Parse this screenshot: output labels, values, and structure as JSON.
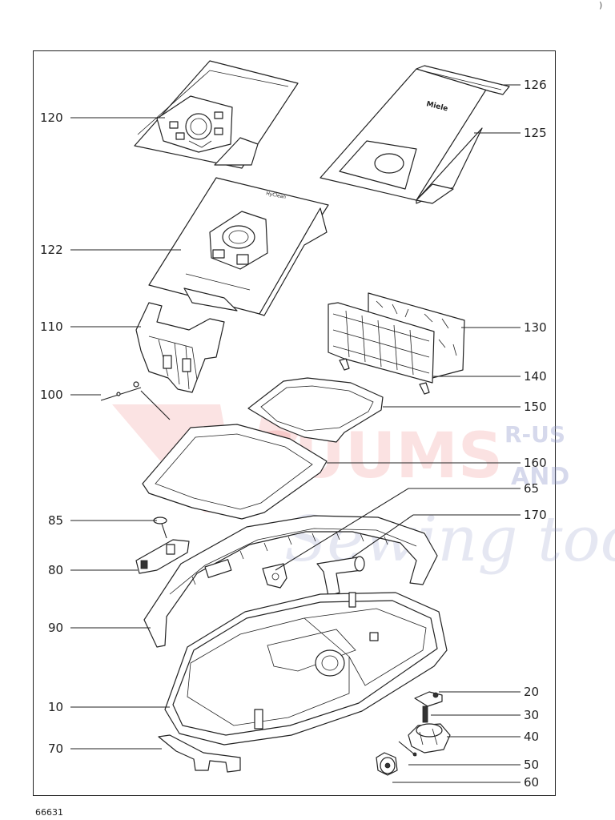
{
  "diagram": {
    "labels": {
      "p120": "120",
      "p126": "126",
      "p125": "125",
      "p122": "122",
      "p110": "110",
      "p130": "130",
      "p140": "140",
      "p100": "100",
      "p150": "150",
      "p160": "160",
      "p65": "65",
      "p85": "85",
      "p170": "170",
      "p80": "80",
      "p90": "90",
      "p20": "20",
      "p10": "10",
      "p30": "30",
      "p40": "40",
      "p70": "70",
      "p50": "50",
      "p60": "60"
    },
    "bag_brand": "Miele",
    "bag_type": "HyClean",
    "document_number": "66631",
    "corner_mark": ")"
  },
  "watermark": {
    "line1": "ACUUMS",
    "r_us": "R-US",
    "and": "AND",
    "script": "Sewing too",
    "color_red": "#e63a3a",
    "color_blue": "#8b95c9"
  }
}
